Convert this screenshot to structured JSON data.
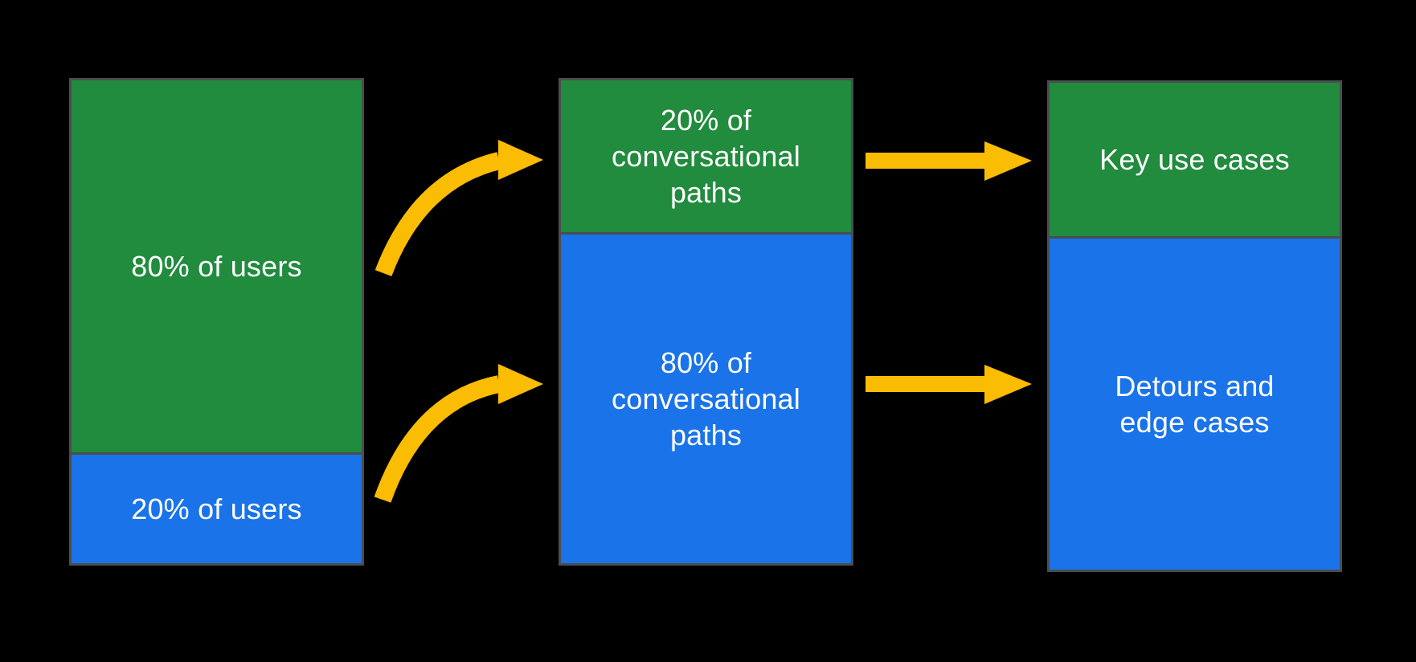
{
  "background": "#000000",
  "colors": {
    "background": "#000000",
    "green": "#218B3E",
    "blue": "#1A73E8",
    "yellow": "#FBBC04",
    "border": "#4A4D50",
    "text": "#FFFFFF"
  },
  "columns": [
    {
      "id": "users",
      "segments": [
        {
          "color": "green",
          "label": "80% of users",
          "height_pct": 77
        },
        {
          "color": "blue",
          "label": "20% of users",
          "height_pct": 23
        }
      ]
    },
    {
      "id": "conversational-paths",
      "segments": [
        {
          "color": "green",
          "label": "20% of\nconversational\npaths",
          "height_pct": 31.5
        },
        {
          "color": "blue",
          "label": "80% of\nconversational\npaths",
          "height_pct": 68.5
        }
      ]
    },
    {
      "id": "outcomes",
      "segments": [
        {
          "color": "green",
          "label": "Key use cases",
          "height_pct": 31.5
        },
        {
          "color": "blue",
          "label": "Detours and\nedge cases",
          "height_pct": 68.5
        }
      ]
    }
  ],
  "arrows": {
    "color": "#FBBC04",
    "curved": [
      {
        "from": "80% of users",
        "to": "20% of conversational paths"
      },
      {
        "from": "20% of users",
        "to": "80% of conversational paths"
      }
    ],
    "straight": [
      {
        "from": "20% of conversational paths",
        "to": "Key use cases"
      },
      {
        "from": "80% of conversational paths",
        "to": "Detours and edge cases"
      }
    ]
  }
}
